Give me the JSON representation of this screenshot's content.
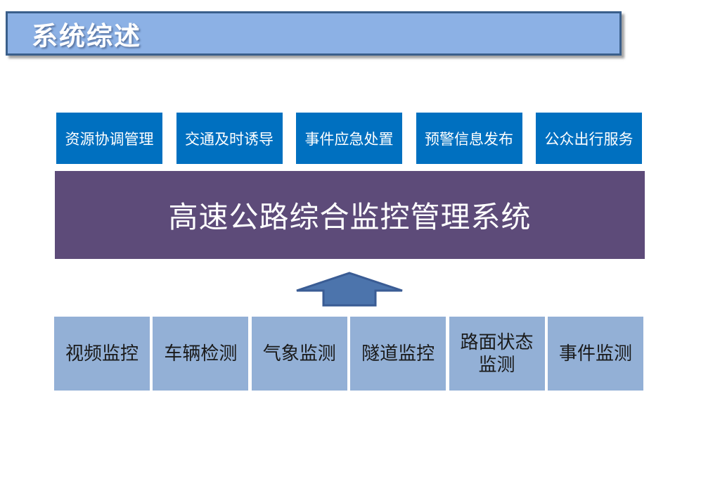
{
  "slide": {
    "background": "#ffffff"
  },
  "header": {
    "title": "系统综述"
  },
  "top_modules": {
    "items": [
      "资源协调管理",
      "交通及时诱导",
      "事件应急处置",
      "预警信息发布",
      "公众出行服务"
    ]
  },
  "core_system": {
    "label": "高速公路综合监控管理系统"
  },
  "bottom_modules": {
    "items": [
      "视频监控",
      "车辆检测",
      "气象监测",
      "隧道监控",
      "路面状态\n监测",
      "事件监测"
    ]
  },
  "colors": {
    "header_fill": "#8CB1E5",
    "header_border": "#3A5F8B",
    "top_box_fill": "#0070C0",
    "core_fill": "#5D4B79",
    "arrow_fill": "#4C74AC",
    "arrow_border": "#3A5C94",
    "bottom_box_fill": "#93B0D6",
    "bottom_text": "#1A1A1A"
  }
}
